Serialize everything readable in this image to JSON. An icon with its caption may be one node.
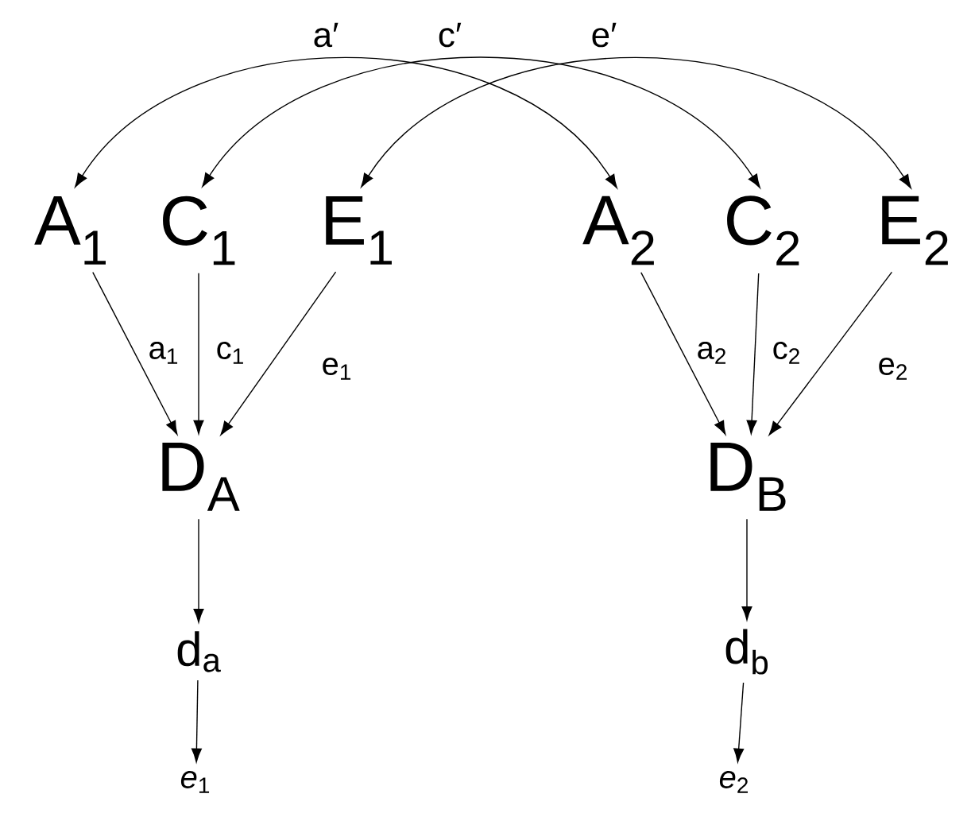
{
  "diagram": {
    "nodes": [
      {
        "text": [
          "A$_{1}$"
        ]
      },
      {
        "text": [
          "C$_{1}$"
        ]
      },
      {
        "text": [
          "E$_{1}$"
        ]
      },
      {
        "text": [
          "A$_{2}$"
        ]
      },
      {
        "text": [
          "C$_{2}$"
        ]
      },
      {
        "text": [
          "E$_{2}$"
        ]
      },
      {
        "text": [
          "D$_{A}$"
        ]
      },
      {
        "text": [
          "D$_{B}$"
        ]
      },
      {
        "text": [
          "d$_{a}$"
        ]
      },
      {
        "text": [
          "d$_{b}$"
        ]
      },
      {
        "text": [
          "*e*$_{1}$"
        ]
      },
      {
        "text": [
          "*e*$_{2}$"
        ]
      }
    ],
    "edges": [
      {
        "from": 0,
        "to": 3,
        "arrow": "both",
        "label": "a′"
      },
      {
        "from": 1,
        "to": 4,
        "arrow": "both",
        "label": "c′"
      },
      {
        "from": 2,
        "to": 5,
        "arrow": "both",
        "label": "e′"
      },
      {
        "from": 0,
        "to": 6,
        "arrow": "to",
        "label": "a$_{1}$"
      },
      {
        "from": 1,
        "to": 6,
        "arrow": "to",
        "label": "c$_{1}$"
      },
      {
        "from": 2,
        "to": 6,
        "arrow": "to",
        "label": "e$_{1}$"
      },
      {
        "from": 3,
        "to": 7,
        "arrow": "to",
        "label": "a$_{2}$"
      },
      {
        "from": 4,
        "to": 7,
        "arrow": "to",
        "label": "c$_{2}$"
      },
      {
        "from": 5,
        "to": 7,
        "arrow": "to",
        "label": "e$_{2}$"
      },
      {
        "from": 6,
        "to": 8,
        "arrow": "to"
      },
      {
        "from": 8,
        "to": 10,
        "arrow": "to"
      },
      {
        "from": 7,
        "to": 9,
        "arrow": "to"
      },
      {
        "from": 9,
        "to": 11,
        "arrow": "to"
      }
    ]
  }
}
